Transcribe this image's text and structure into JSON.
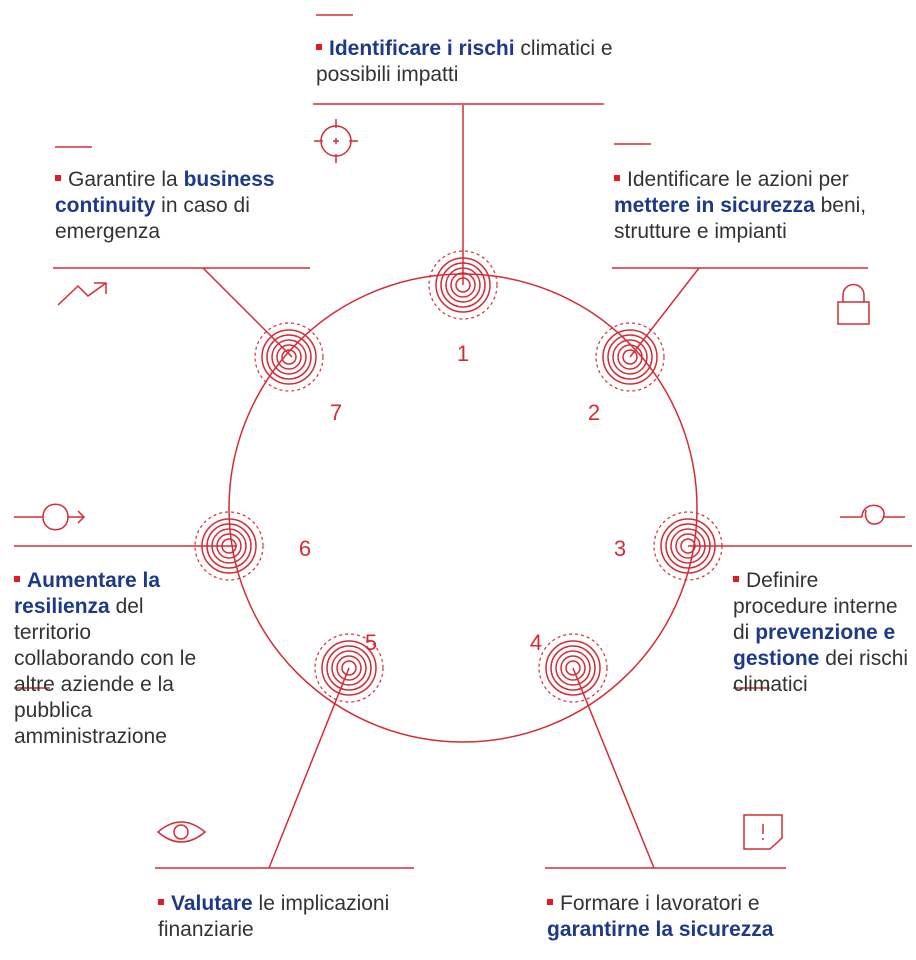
{
  "colors": {
    "accent": "#d52b35",
    "bold_text": "#1d3a8a",
    "text": "#333333"
  },
  "steps": [
    {
      "number": "1",
      "icon": "crosshair-icon",
      "bold": "Identificare i rischi",
      "rest": " climatici e possibili impatti"
    },
    {
      "number": "2",
      "icon": "lock-icon",
      "pre": "Identificare le azioni per ",
      "bold": "mettere in sicurezza",
      "rest": " beni, strutture e impianti"
    },
    {
      "number": "3",
      "icon": "loop-icon",
      "pre": "Definire procedure interne di ",
      "bold": "prevenzione e gestione",
      "rest": " dei rischi climatici"
    },
    {
      "number": "4",
      "icon": "warning-shield-icon",
      "pre": "Formare i lavoratori e ",
      "bold": "garantirne la sicurezza",
      "rest": ""
    },
    {
      "number": "5",
      "icon": "eye-icon",
      "bold": "Valutare",
      "rest": " le implicazioni finanziarie"
    },
    {
      "number": "6",
      "icon": "arrow-loop-icon",
      "bold": "Aumentare la resilienza",
      "rest": " del territorio collaborando con le altre aziende e la pubblica amministrazione"
    },
    {
      "number": "7",
      "icon": "trend-up-icon",
      "pre": "Garantire la ",
      "bold": "business continuity",
      "rest": " in caso di emergenza"
    }
  ]
}
